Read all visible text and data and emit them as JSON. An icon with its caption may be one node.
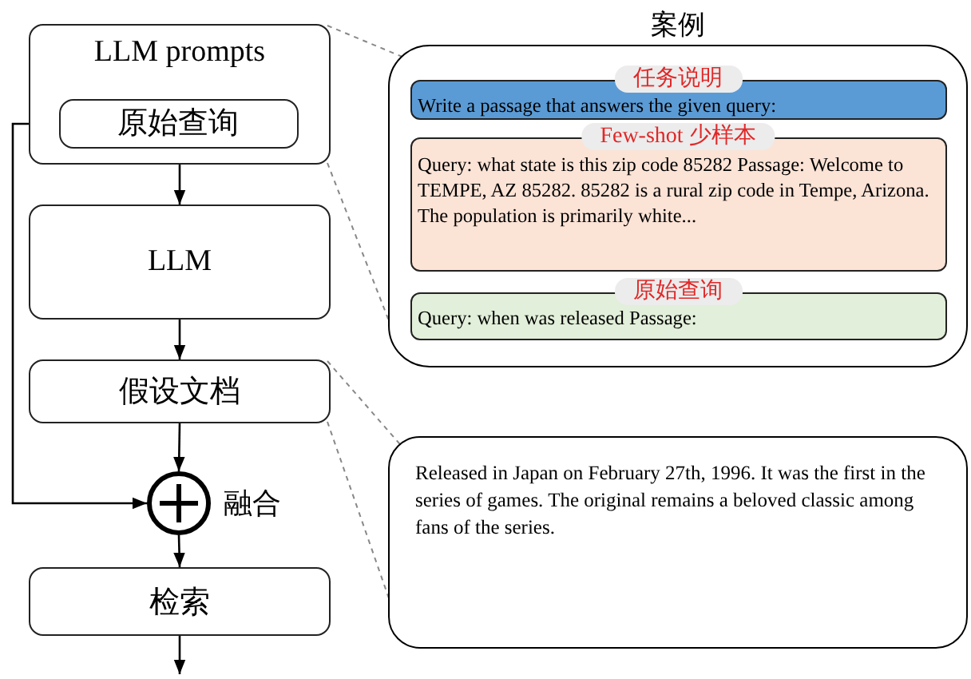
{
  "diagram": {
    "nodes": [
      {
        "text": [
          "LLM prompts"
        ]
      },
      {
        "text": [
          "原始查询"
        ],
        "in": 0
      },
      {
        "text": [
          "LLM"
        ]
      },
      {
        "text": [
          "假设文档"
        ]
      },
      {
        "text": [],
        "shape": "circle",
        "beside": [
          "融合"
        ]
      },
      {
        "text": [
          "检索"
        ]
      },
      {
        "text": [
          "案例"
        ]
      },
      {
        "text": [
          "任务说明",
          "Write a passage that answers the given query:"
        ],
        "in": 6
      },
      {
        "text": [
          "Few-shot 少样本",
          "Query: what state is this zip code 85282 Passage: Welcome to TEMPE, AZ 85282. 85282 is a rural zip code in Tempe, Arizona. The population is primarily white..."
        ],
        "in": 6
      },
      {
        "text": [
          "原始查询",
          "Query: when was released Passage:"
        ],
        "in": 6
      },
      {
        "text": [
          "Released in Japan on February 27th, 1996. It was the first in the series of games. The original remains a beloved classic among fans of the series."
        ]
      }
    ],
    "edges": [
      {
        "from": 0,
        "to": 2,
        "arrow": "to"
      },
      {
        "from": 2,
        "to": 3,
        "arrow": "to"
      },
      {
        "from": 3,
        "to": 4,
        "arrow": "to"
      },
      {
        "from": 4,
        "to": 5,
        "arrow": "to"
      },
      {
        "from": 5,
        "to": null,
        "arrow": "to"
      },
      {
        "from": 1,
        "to": 4,
        "arrow": "to"
      },
      {
        "from": 0,
        "to": 6,
        "arrow": "none",
        "style": "dashed",
        "color": "#888888"
      },
      {
        "from": 0,
        "to": 6,
        "arrow": "none",
        "style": "dashed",
        "color": "#888888"
      },
      {
        "from": 3,
        "to": 10,
        "arrow": "none",
        "style": "dashed",
        "color": "#888888"
      },
      {
        "from": 3,
        "to": 10,
        "arrow": "none",
        "style": "dashed",
        "color": "#888888"
      }
    ]
  }
}
